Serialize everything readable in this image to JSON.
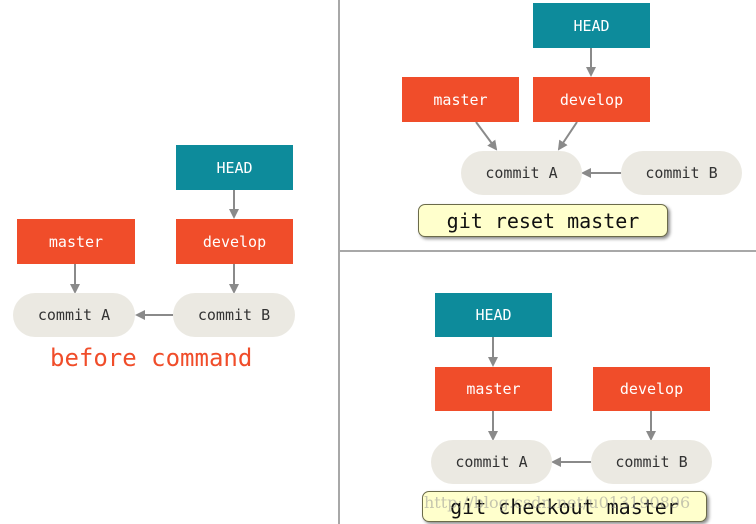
{
  "colors": {
    "branch": "#f04d2a",
    "head": "#0d8b9b",
    "commit": "#ebe9e2",
    "command_box": "#ffffcc",
    "arrow": "#8a8a8a"
  },
  "before": {
    "head": "HEAD",
    "master": "master",
    "develop": "develop",
    "commit_a": "commit A",
    "commit_b": "commit B",
    "caption": "before command"
  },
  "reset": {
    "head": "HEAD",
    "master": "master",
    "develop": "develop",
    "commit_a": "commit A",
    "commit_b": "commit B",
    "command": "git reset master"
  },
  "checkout": {
    "head": "HEAD",
    "master": "master",
    "develop": "develop",
    "commit_a": "commit A",
    "commit_b": "commit B",
    "command": "git checkout master"
  },
  "watermark": "http://blog.csdn.net/u013190896"
}
